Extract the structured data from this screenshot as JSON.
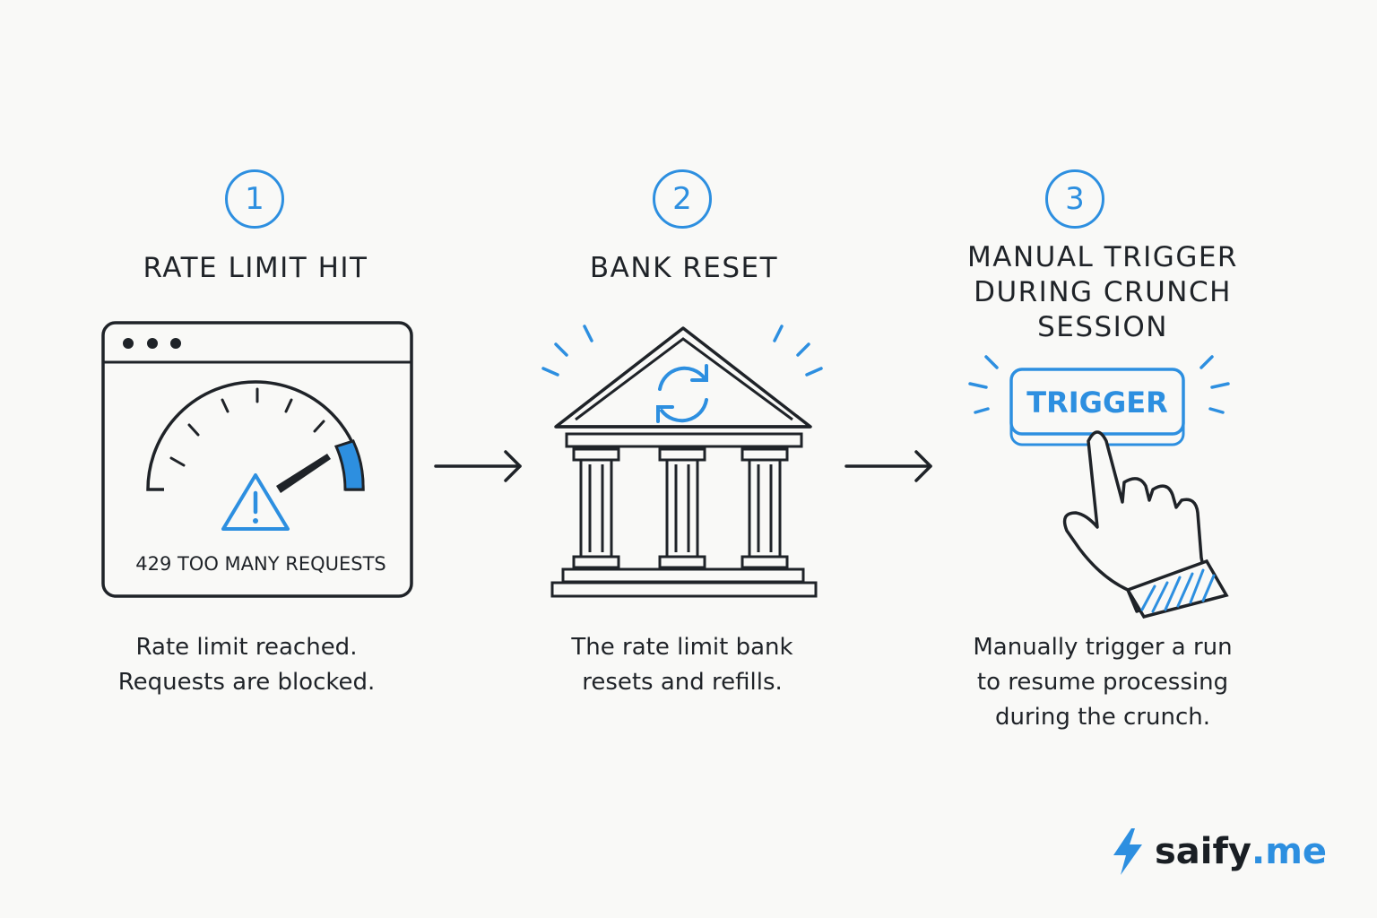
{
  "accent": "#2d8fe0",
  "ink": "#1f2328",
  "steps": [
    {
      "number": "1",
      "title_lines": [
        "RATE LIMIT HIT"
      ],
      "illustration_text": "429 TOO MANY REQUESTS",
      "caption_lines": [
        "Rate limit reached.",
        "Requests are blocked."
      ],
      "icon": "browser-window-speedometer-warning"
    },
    {
      "number": "2",
      "title_lines": [
        "BANK RESET"
      ],
      "caption_lines": [
        "The rate limit bank",
        "resets and refills."
      ],
      "icon": "bank-building-refresh"
    },
    {
      "number": "3",
      "title_lines": [
        "MANUAL TRIGGER",
        "DURING CRUNCH SESSION"
      ],
      "button_label": "TRIGGER",
      "caption_lines": [
        "Manually trigger a run",
        "to resume processing",
        "during the crunch."
      ],
      "icon": "hand-pressing-button"
    }
  ],
  "logo": {
    "dark_part": "saify",
    "accent_part": ".me",
    "icon": "lightning-bolt-icon"
  }
}
